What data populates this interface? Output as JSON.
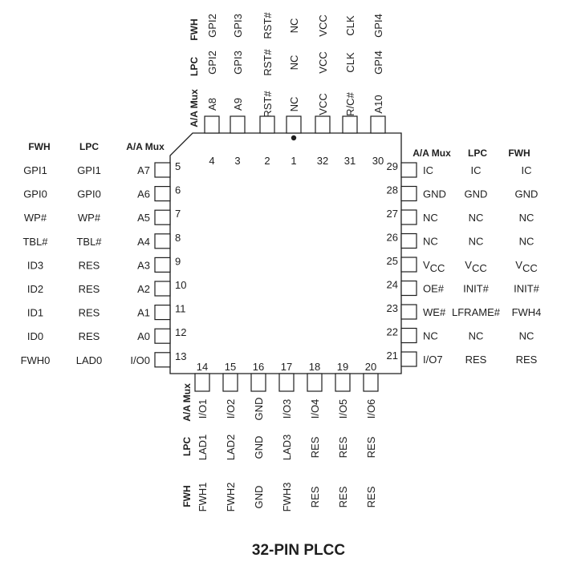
{
  "title": "32-PIN PLCC",
  "headers": {
    "fwh": "FWH",
    "lpc": "LPC",
    "aam": "A/A Mux"
  },
  "top": [
    {
      "pin": "4",
      "aam": "A8",
      "lpc": "GPI2",
      "fwh": "GPI2"
    },
    {
      "pin": "3",
      "aam": "A9",
      "lpc": "GPI3",
      "fwh": "GPI3"
    },
    {
      "pin": "2",
      "aam": "RST#",
      "lpc": "RST#",
      "fwh": "RST#"
    },
    {
      "pin": "1",
      "aam": "NC",
      "lpc": "NC",
      "fwh": "NC"
    },
    {
      "pin": "32",
      "aam": "Vcc",
      "lpc": "Vcc",
      "fwh": "Vcc"
    },
    {
      "pin": "31",
      "aam": "R/C#",
      "lpc": "CLK",
      "fwh": "CLK"
    },
    {
      "pin": "30",
      "aam": "A10",
      "lpc": "GPI4",
      "fwh": "GPI4"
    }
  ],
  "left": [
    {
      "pin": "5",
      "aam": "A7",
      "lpc": "GPI1",
      "fwh": "GPI1"
    },
    {
      "pin": "6",
      "aam": "A6",
      "lpc": "GPI0",
      "fwh": "GPI0"
    },
    {
      "pin": "7",
      "aam": "A5",
      "lpc": "WP#",
      "fwh": "WP#"
    },
    {
      "pin": "8",
      "aam": "A4",
      "lpc": "TBL#",
      "fwh": "TBL#"
    },
    {
      "pin": "9",
      "aam": "A3",
      "lpc": "RES",
      "fwh": "ID3"
    },
    {
      "pin": "10",
      "aam": "A2",
      "lpc": "RES",
      "fwh": "ID2"
    },
    {
      "pin": "11",
      "aam": "A1",
      "lpc": "RES",
      "fwh": "ID1"
    },
    {
      "pin": "12",
      "aam": "A0",
      "lpc": "RES",
      "fwh": "ID0"
    },
    {
      "pin": "13",
      "aam": "I/O0",
      "lpc": "LAD0",
      "fwh": "FWH0"
    }
  ],
  "right": [
    {
      "pin": "29",
      "aam": "IC",
      "lpc": "IC",
      "fwh": "IC"
    },
    {
      "pin": "28",
      "aam": "GND",
      "lpc": "GND",
      "fwh": "GND"
    },
    {
      "pin": "27",
      "aam": "NC",
      "lpc": "NC",
      "fwh": "NC"
    },
    {
      "pin": "26",
      "aam": "NC",
      "lpc": "NC",
      "fwh": "NC"
    },
    {
      "pin": "25",
      "aam": "Vcc",
      "lpc": "Vcc",
      "fwh": "Vcc"
    },
    {
      "pin": "24",
      "aam": "OE#",
      "lpc": "INIT#",
      "fwh": "INIT#"
    },
    {
      "pin": "23",
      "aam": "WE#",
      "lpc": "LFRAME#",
      "fwh": "FWH4"
    },
    {
      "pin": "22",
      "aam": "NC",
      "lpc": "NC",
      "fwh": "NC"
    },
    {
      "pin": "21",
      "aam": "I/O7",
      "lpc": "RES",
      "fwh": "RES"
    }
  ],
  "bottom": [
    {
      "pin": "14",
      "aam": "I/O1",
      "lpc": "LAD1",
      "fwh": "FWH1"
    },
    {
      "pin": "15",
      "aam": "I/O2",
      "lpc": "LAD2",
      "fwh": "FWH2"
    },
    {
      "pin": "16",
      "aam": "GND",
      "lpc": "GND",
      "fwh": "GND"
    },
    {
      "pin": "17",
      "aam": "I/O3",
      "lpc": "LAD3",
      "fwh": "FWH3"
    },
    {
      "pin": "18",
      "aam": "I/O4",
      "lpc": "RES",
      "fwh": "RES"
    },
    {
      "pin": "19",
      "aam": "I/O5",
      "lpc": "RES",
      "fwh": "RES"
    },
    {
      "pin": "20",
      "aam": "I/O6",
      "lpc": "RES",
      "fwh": "RES"
    }
  ]
}
